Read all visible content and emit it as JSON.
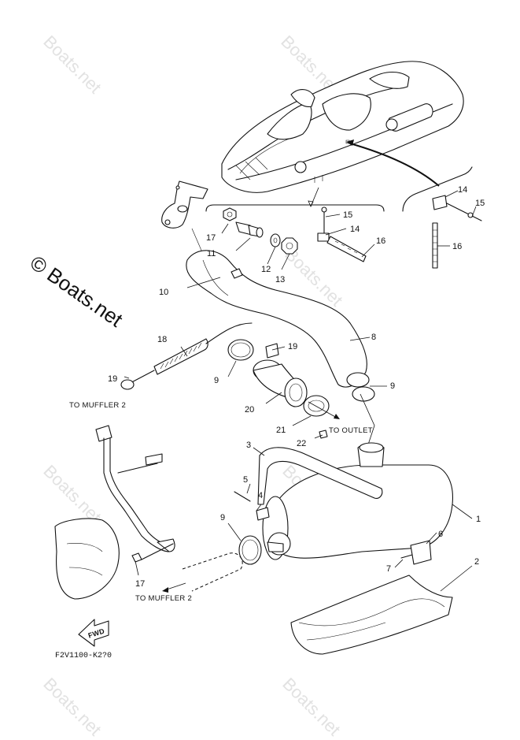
{
  "watermark": {
    "text": "Boats.net",
    "copyright": "© Boats.net"
  },
  "callouts": [
    {
      "id": "c1",
      "text": "1"
    },
    {
      "id": "c2",
      "text": "2"
    },
    {
      "id": "c3",
      "text": "3"
    },
    {
      "id": "c4",
      "text": "4"
    },
    {
      "id": "c5",
      "text": "5"
    },
    {
      "id": "c6",
      "text": "6"
    },
    {
      "id": "c7",
      "text": "7"
    },
    {
      "id": "c8",
      "text": "8"
    },
    {
      "id": "c9a",
      "text": "9"
    },
    {
      "id": "c9b",
      "text": "9"
    },
    {
      "id": "c9c",
      "text": "9"
    },
    {
      "id": "c10",
      "text": "10"
    },
    {
      "id": "c11",
      "text": "11"
    },
    {
      "id": "c12",
      "text": "12"
    },
    {
      "id": "c13",
      "text": "13"
    },
    {
      "id": "c14a",
      "text": "14"
    },
    {
      "id": "c14b",
      "text": "14"
    },
    {
      "id": "c15a",
      "text": "15"
    },
    {
      "id": "c15b",
      "text": "15"
    },
    {
      "id": "c16a",
      "text": "16"
    },
    {
      "id": "c16b",
      "text": "16"
    },
    {
      "id": "c17a",
      "text": "17"
    },
    {
      "id": "c17b",
      "text": "17"
    },
    {
      "id": "c18",
      "text": "18"
    },
    {
      "id": "c19a",
      "text": "19"
    },
    {
      "id": "c19b",
      "text": "19"
    },
    {
      "id": "c20",
      "text": "20"
    },
    {
      "id": "c21",
      "text": "21"
    },
    {
      "id": "c22",
      "text": "22"
    }
  ],
  "notes": {
    "to_muffler_2_upper": "TO MUFFLER 2",
    "to_muffler_2_lower": "TO MUFFLER 2",
    "to_outlet": "TO OUTLET",
    "fwd": "FWD"
  },
  "diagram_code": "F2V1100-K2?0"
}
